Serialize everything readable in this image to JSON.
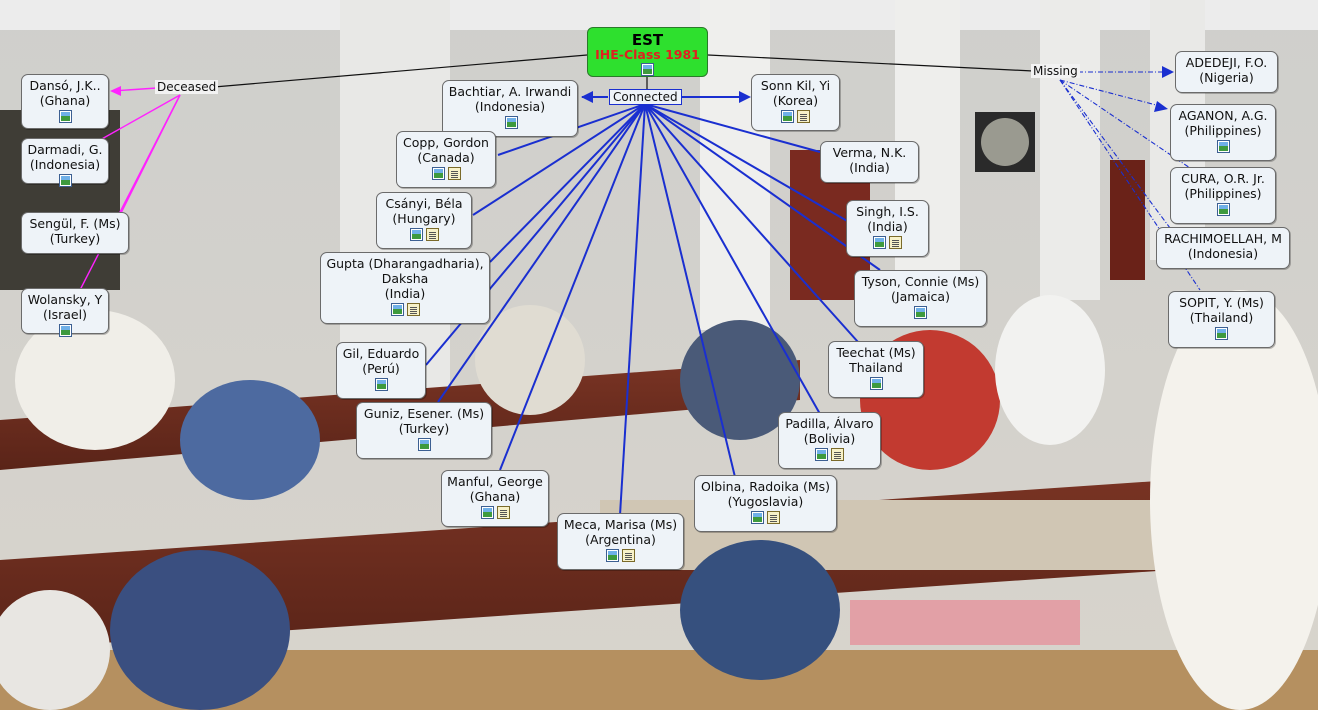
{
  "root": {
    "title": "EST",
    "subtitle": "IHE-Class 1981"
  },
  "groups": {
    "deceased": "Deceased",
    "connected": "Connected",
    "missing": "Missing"
  },
  "colors": {
    "deceased": "#ff22ff",
    "connected": "#1a2fd0",
    "missing": "#1a2fd0",
    "root_link": "#111111"
  },
  "deceased": [
    {
      "label": "Dansó, J.K..\n(Ghana)",
      "icons": [
        "image"
      ]
    },
    {
      "label": "Darmadi, G.\n(Indonesia)",
      "icons": [
        "image"
      ]
    },
    {
      "label": "Sengül, F. (Ms)\n(Turkey)",
      "icons": []
    },
    {
      "label": "Wolansky, Y\n(Israel)",
      "icons": [
        "image"
      ]
    }
  ],
  "connected": [
    {
      "label": "Bachtiar, A. Irwandi\n(Indonesia)",
      "icons": [
        "image"
      ]
    },
    {
      "label": "Copp, Gordon\n(Canada)",
      "icons": [
        "image",
        "note"
      ]
    },
    {
      "label": "Csányi, Béla\n(Hungary)",
      "icons": [
        "image",
        "note"
      ]
    },
    {
      "label": "Gupta (Dharangadharia),\nDaksha\n(India)",
      "icons": [
        "image",
        "note"
      ]
    },
    {
      "label": "Gil, Eduardo\n(Perú)",
      "icons": [
        "image"
      ]
    },
    {
      "label": "Guniz, Esener. (Ms)\n(Turkey)",
      "icons": [
        "image"
      ]
    },
    {
      "label": "Manful, George\n(Ghana)",
      "icons": [
        "image",
        "note"
      ]
    },
    {
      "label": "Meca, Marisa (Ms)\n(Argentina)",
      "icons": [
        "image",
        "note"
      ]
    },
    {
      "label": "Olbina, Radoika (Ms)\n(Yugoslavia)",
      "icons": [
        "image",
        "note"
      ]
    },
    {
      "label": "Padilla, Álvaro\n(Bolivia)",
      "icons": [
        "image",
        "note"
      ]
    },
    {
      "label": "Teechat (Ms)\nThailand",
      "icons": [
        "image"
      ]
    },
    {
      "label": "Tyson, Connie (Ms)\n(Jamaica)",
      "icons": [
        "image"
      ]
    },
    {
      "label": "Singh, I.S.\n(India)",
      "icons": [
        "image",
        "note"
      ]
    },
    {
      "label": "Verma, N.K.\n(India)",
      "icons": []
    },
    {
      "label": "Sonn Kil, Yi\n(Korea)",
      "icons": [
        "image",
        "note"
      ]
    }
  ],
  "missing": [
    {
      "label": "ADEDEJI, F.O.\n(Nigeria)",
      "icons": []
    },
    {
      "label": "AGANON, A.G.\n(Philippines)",
      "icons": [
        "image"
      ]
    },
    {
      "label": "CURA, O.R. Jr.\n(Philippines)",
      "icons": [
        "image"
      ]
    },
    {
      "label": "RACHIMOELLAH, M\n(Indonesia)",
      "icons": []
    },
    {
      "label": "SOPIT, Y. (Ms)\n(Thailand)",
      "icons": [
        "image"
      ]
    }
  ]
}
